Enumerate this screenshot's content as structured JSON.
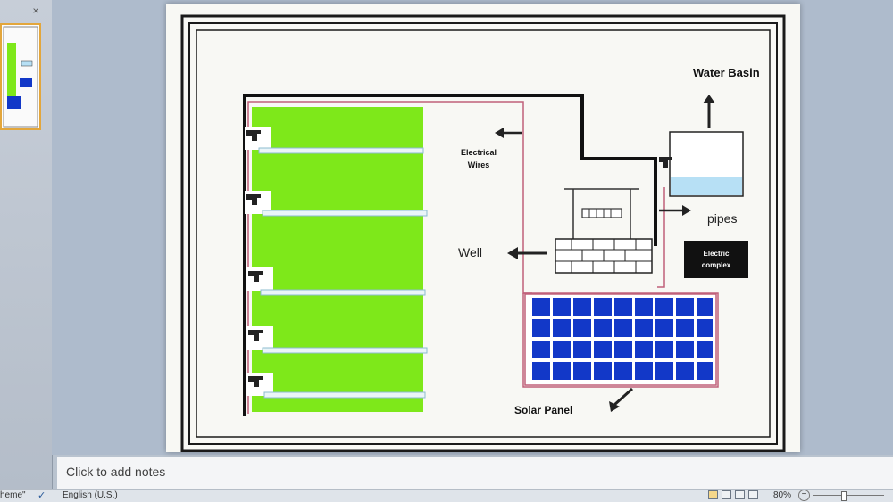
{
  "left_panel": {
    "close_glyph": "×"
  },
  "slide": {
    "labels": {
      "water_basin": "Water Basin",
      "electrical_wires_line1": "Electrical",
      "electrical_wires_line2": "Wires",
      "pipes": "pipes",
      "well": "Well",
      "electric_complex_line1": "Electric",
      "electric_complex_line2": "complex",
      "solar_panel": "Solar Panel"
    },
    "colors": {
      "field_green": "#7ee81a",
      "solar_blue": "#1238c8",
      "wire_pink": "#c0607a",
      "water_blue": "#b7e0f5"
    }
  },
  "notes": {
    "placeholder": "Click to add notes"
  },
  "status_bar": {
    "theme": "heme\"",
    "language": "English (U.S.)",
    "zoom": "80%"
  }
}
